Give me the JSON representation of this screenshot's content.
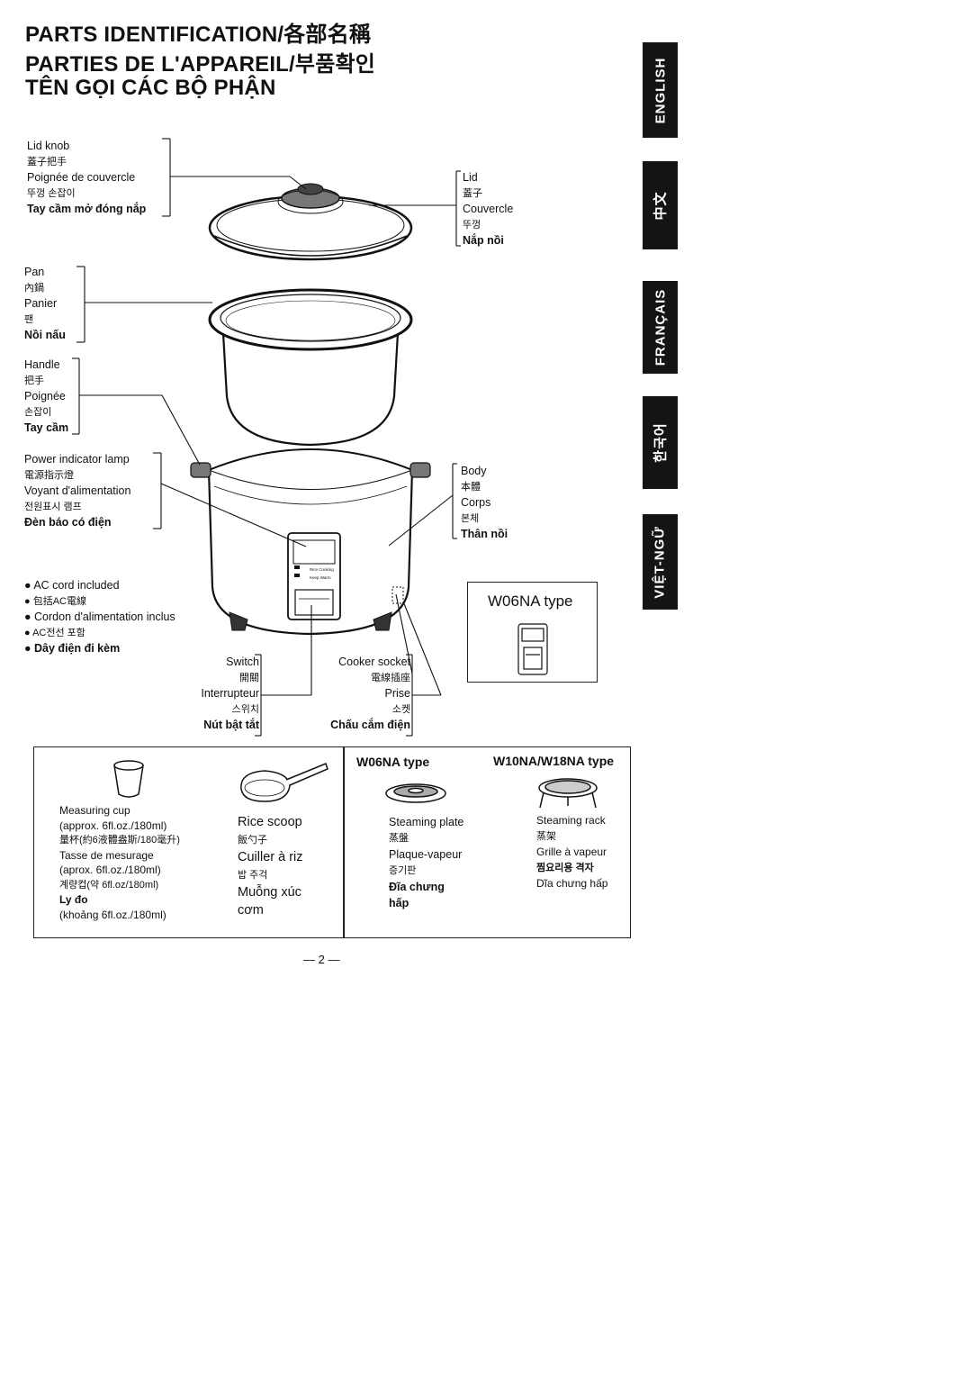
{
  "titles": [
    "PARTS IDENTIFICATION/各部名稱",
    "PARTIES DE L'APPAREIL/부품확인",
    "TÊN GỌI CÁC BỘ PHẬN"
  ],
  "language_tabs": [
    "ENGLISH",
    "中文",
    "FRANÇAIS",
    "한국어",
    "VIỆT-NGỮ"
  ],
  "parts": {
    "lid_knob": [
      "Lid knob",
      "蓋子把手",
      "Poignée  de couvercle",
      "뚜껑 손잡이",
      "Tay cầm mở đóng nắp"
    ],
    "lid": [
      "Lid",
      "蓋子",
      "Couvercle",
      "뚜껑",
      "Nắp nồi"
    ],
    "pan": [
      "Pan",
      "內鍋",
      "Panier",
      "팬",
      "Nồi nấu"
    ],
    "handle": [
      "Handle",
      "把手",
      "Poignée",
      "손잡이",
      "Tay cầm"
    ],
    "power_lamp": [
      "Power indicator lamp",
      "電源指示燈",
      "Voyant d'alimentation",
      "전원표시 램프",
      "Đèn báo có điện"
    ],
    "body": [
      "Body",
      "本體",
      "Corps",
      "본체",
      "Thân nồi"
    ],
    "ac_cord": [
      "AC cord included",
      "包括AC電線",
      "Cordon d'alimentation inclus",
      "AC전선 포함",
      "Dây điện đi kèm"
    ],
    "switch": [
      "Switch",
      "開關",
      "Interrupteur",
      "스위치",
      "Nút bật tắt"
    ],
    "cooker_socket": [
      "Cooker socket",
      "電線插座",
      "Prise",
      "소켓",
      "Chấu cắm điện"
    ]
  },
  "w06na_inset_title": "W06NA type",
  "panel_labels": [
    "Rice Cooking",
    "Keep Warm"
  ],
  "accessories": {
    "measuring_cup": [
      "Measuring cup",
      "(approx. 6fl.oz./180ml)",
      "量杯(約6液體盎斯/180毫升)",
      "Tasse de mesurage",
      "(aprox. 6fl.oz./180ml)",
      "계량컵(약 6fl.oz/180ml)",
      "Ly đo",
      "(khoảng 6fl.oz./180ml)"
    ],
    "rice_scoop": [
      "Rice scoop",
      "飯勺子",
      "Cuiller à riz",
      "밥 주걱",
      "Muỗng xúc",
      "cơm"
    ],
    "w06na_header": "W06NA type",
    "w10na_header": "W10NA/W18NA type",
    "steaming_plate": [
      "Steaming plate",
      "蒸盤",
      "Plaque-vapeur",
      "증기판",
      "Đĩa chưng",
      "hấp"
    ],
    "steaming_rack": [
      "Steaming  rack",
      "蒸架",
      "Grille à vapeur",
      "찜요리용 격자",
      "Dĩa chưng hấp"
    ]
  },
  "page_number": "— 2 —"
}
